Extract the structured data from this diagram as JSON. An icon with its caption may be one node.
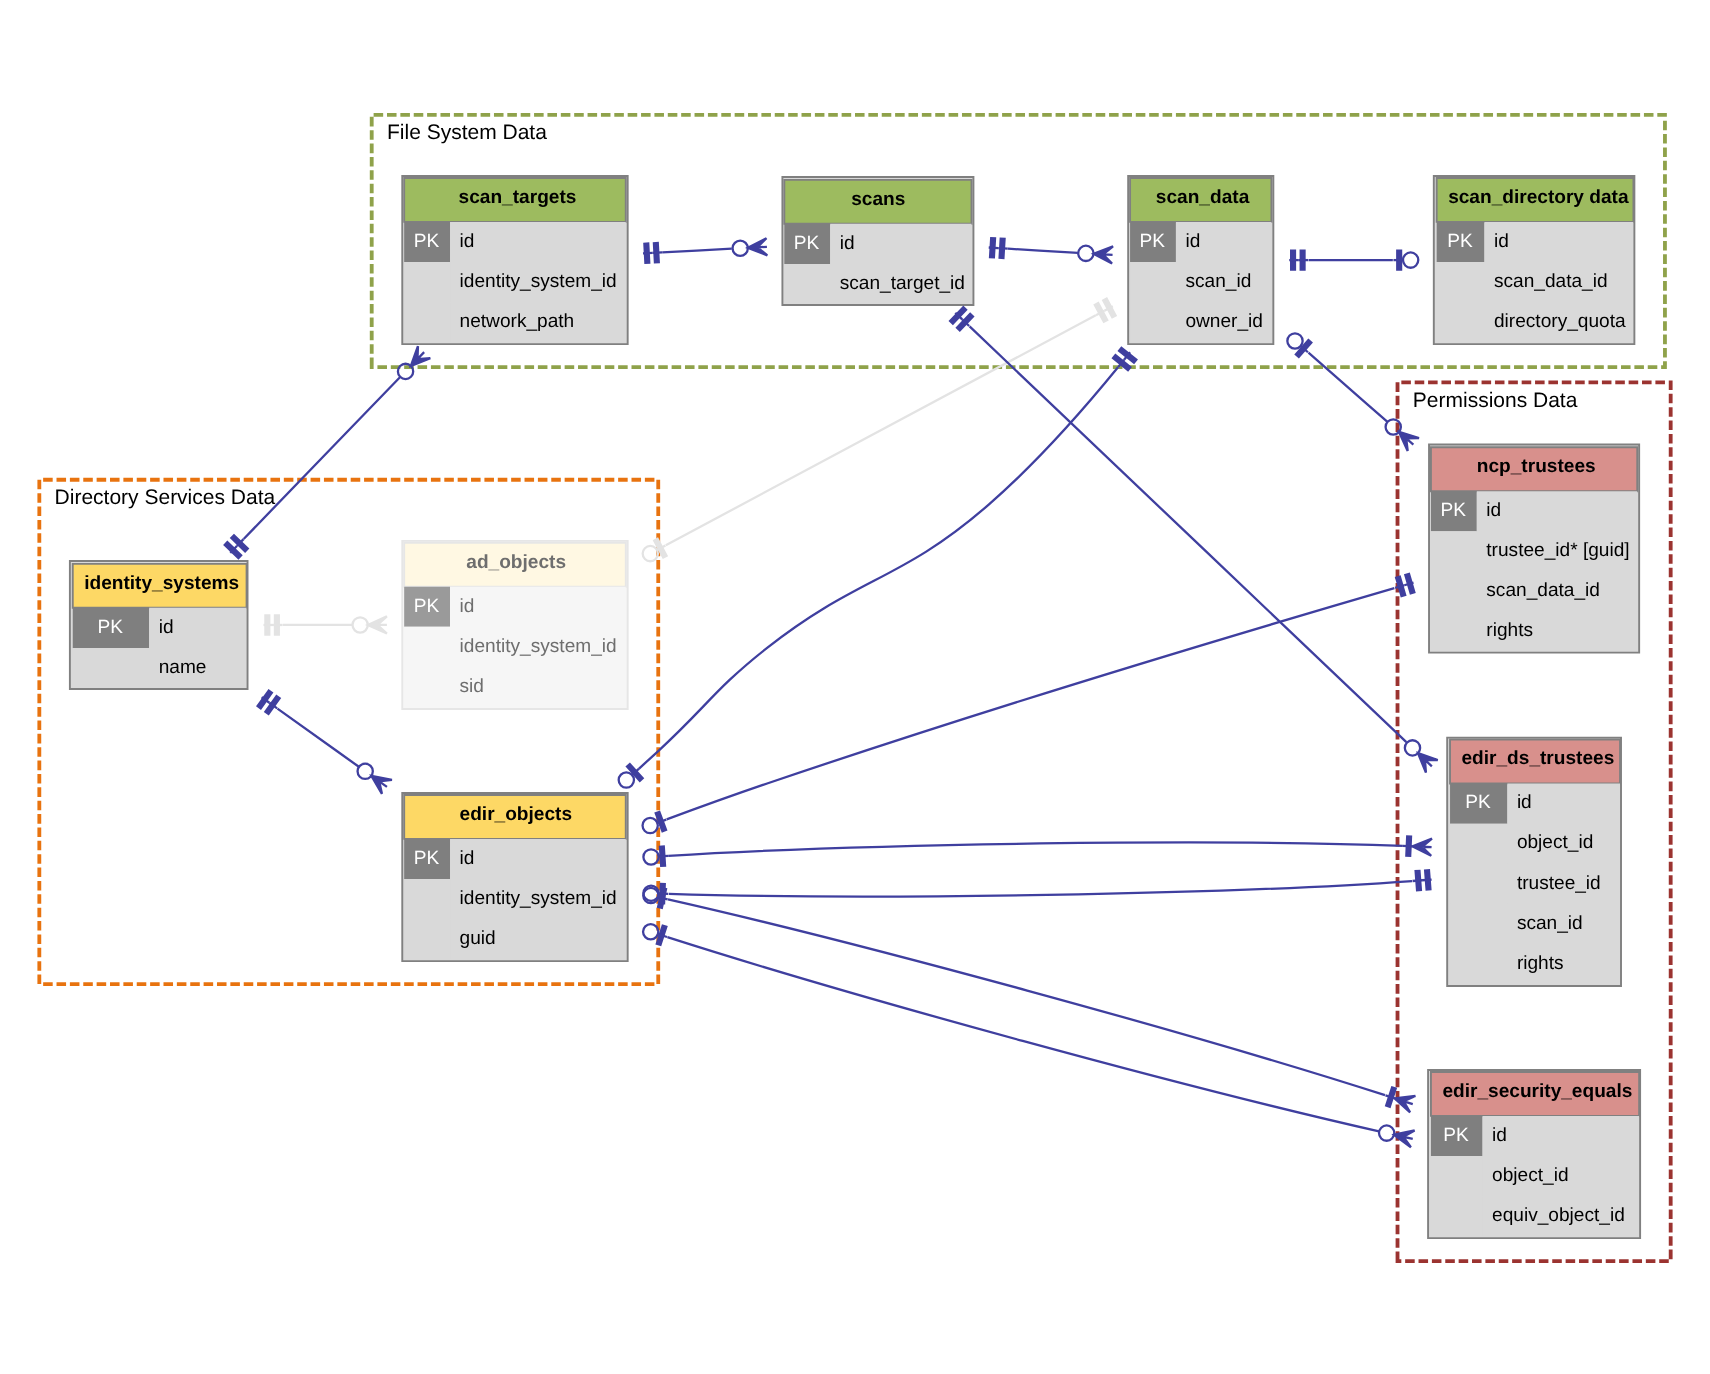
{
  "diagram": {
    "nodes": [
      {
        "text": [
          "Directory Services Data"
        ]
      },
      {
        "text": [
          "identity_systems",
          "PK",
          "id",
          "name"
        ],
        "in": 0
      },
      {
        "text": [
          "ad_objects",
          "PK",
          "id",
          "identity_system_id",
          "sid"
        ],
        "in": 0
      },
      {
        "text": [
          "edir_objects",
          "PK",
          "id",
          "identity_system_id",
          "guid"
        ],
        "in": 0
      },
      {
        "text": [
          "Permissions Data"
        ]
      },
      {
        "text": [
          "edir_security_equals",
          "PK",
          "id",
          "object_id",
          "equiv_object_id"
        ],
        "in": 4
      },
      {
        "text": [
          "edir_ds_trustees",
          "PK",
          "id",
          "object_id",
          "trustee_id",
          "scan_id",
          "rights"
        ],
        "in": 4
      },
      {
        "text": [
          "ncp_trustees",
          "PK",
          "id",
          "trustee_id* [guid]",
          "scan_data_id",
          "rights"
        ],
        "in": 4
      },
      {
        "text": [
          "File System Data"
        ]
      },
      {
        "text": [
          "scan_targets",
          "PK",
          "id",
          "identity_system_id",
          "network_path"
        ],
        "in": 8
      },
      {
        "text": [
          "scans",
          "PK",
          "id",
          "scan_target_id"
        ],
        "in": 8
      },
      {
        "text": [
          "scan_directory data",
          "PK",
          "id",
          "scan_data_id",
          "directory_quota"
        ],
        "in": 8
      },
      {
        "text": [
          "scan_data",
          "PK",
          "id",
          "scan_id",
          "owner_id"
        ],
        "in": 8
      }
    ],
    "edges": [
      {
        "from": 1,
        "to": 9,
        "arrow": "other"
      },
      {
        "from": 1,
        "to": 2,
        "arrow": "other",
        "color": "#e3e3e3"
      },
      {
        "from": 1,
        "to": 3,
        "arrow": "other"
      },
      {
        "from": 2,
        "to": 12,
        "arrow": "other",
        "color": "#e3e3e3"
      },
      {
        "from": 3,
        "to": 5,
        "arrow": "other"
      },
      {
        "from": 3,
        "to": 5,
        "arrow": "other"
      },
      {
        "from": 3,
        "to": 6,
        "arrow": "other"
      },
      {
        "from": 3,
        "to": 6,
        "arrow": "other"
      },
      {
        "from": 3,
        "to": 7,
        "arrow": "other"
      },
      {
        "from": 3,
        "to": 12,
        "arrow": "other"
      },
      {
        "from": 10,
        "to": 6,
        "arrow": "other"
      },
      {
        "from": 10,
        "to": 12,
        "arrow": "other"
      },
      {
        "from": 9,
        "to": 10,
        "arrow": "other"
      },
      {
        "from": 12,
        "to": 7,
        "arrow": "other"
      },
      {
        "from": 12,
        "to": 11,
        "arrow": "other"
      }
    ]
  }
}
